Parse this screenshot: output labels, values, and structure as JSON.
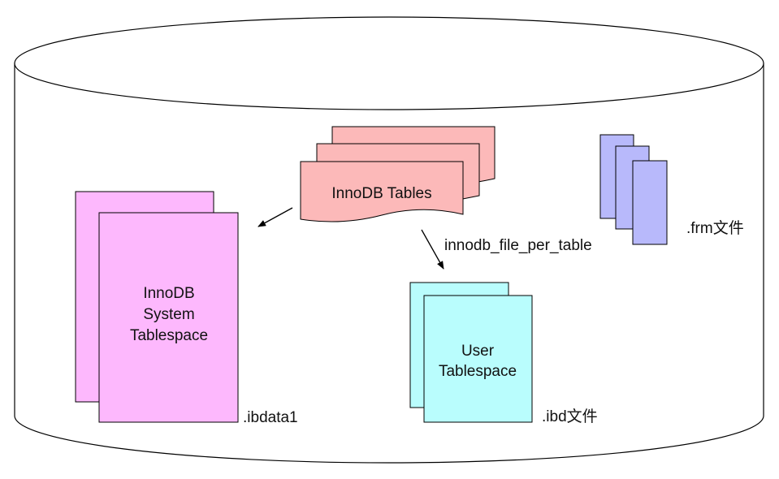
{
  "labels": {
    "innodb_tables": "InnoDB Tables",
    "system_tablespace": [
      "InnoDB",
      "System",
      "Tablespace"
    ],
    "user_tablespace": [
      "User",
      "Tablespace"
    ],
    "ibdata_file": ".ibdata1",
    "ibd_file": ".ibd文件",
    "frm_file": ".frm文件",
    "file_per_table_option": "innodb_file_per_table"
  },
  "colors": {
    "innodb_tables_fill": "#fcb9b9",
    "system_tablespace_fill": "#fdb8fd",
    "user_tablespace_fill": "#b9fdfd",
    "frm_fill": "#b8b9fb",
    "stroke": "#000000"
  }
}
